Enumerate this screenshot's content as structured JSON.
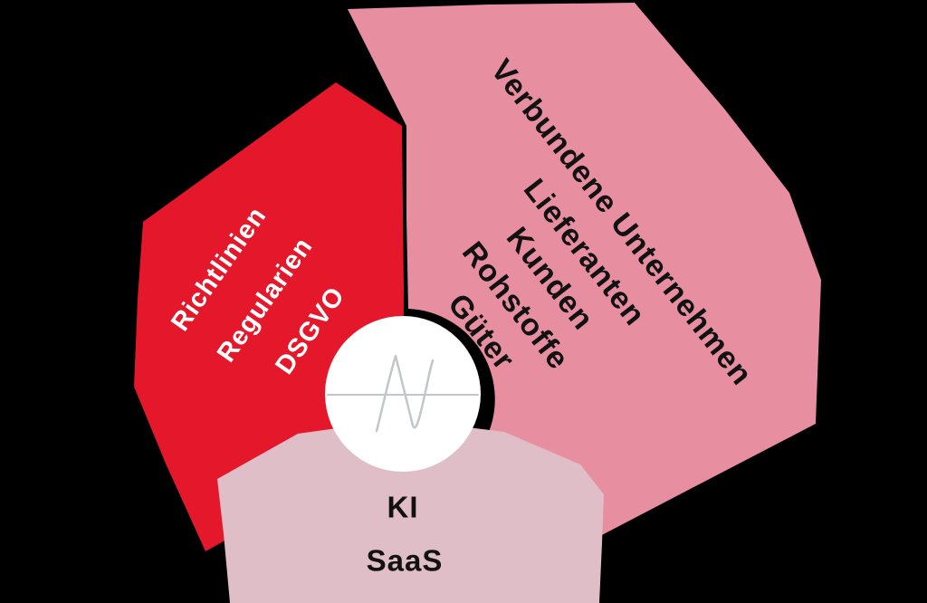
{
  "background_color": "#000000",
  "center": {
    "circle_color": "#ffffff",
    "logo_icon": "n-monogram",
    "logo_color": "#c3c6c8"
  },
  "segments": [
    {
      "position": "left",
      "color": "#e5182b",
      "text_color": "#ffffff",
      "labels": [
        "Richtlinien",
        "Regularien",
        "DSGVO"
      ]
    },
    {
      "position": "upper-right",
      "color": "#e78fa0",
      "text_color": "#121212",
      "labels": [
        "Verbundene Unternehmen",
        "Lieferanten",
        "Kunden",
        "Rohstoffe",
        "Güter"
      ]
    },
    {
      "position": "bottom",
      "color": "#dfbec7",
      "text_color": "#121212",
      "labels": [
        "KI",
        "SaaS"
      ]
    }
  ]
}
